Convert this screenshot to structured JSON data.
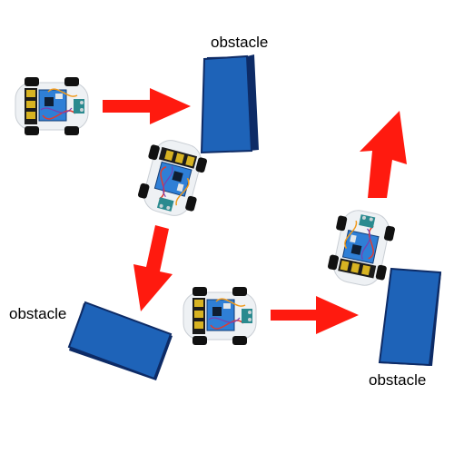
{
  "labels": {
    "obstacle_top": "obstacle",
    "obstacle_left": "obstacle",
    "obstacle_right": "obstacle"
  },
  "colors": {
    "arrow": "#ff1a0f",
    "obstacle_fill": "#1e63b8",
    "obstacle_edge": "#0d2b66",
    "robot_board": "#2f7fd6",
    "robot_body": "#eef1f4",
    "wheel": "#111111"
  }
}
